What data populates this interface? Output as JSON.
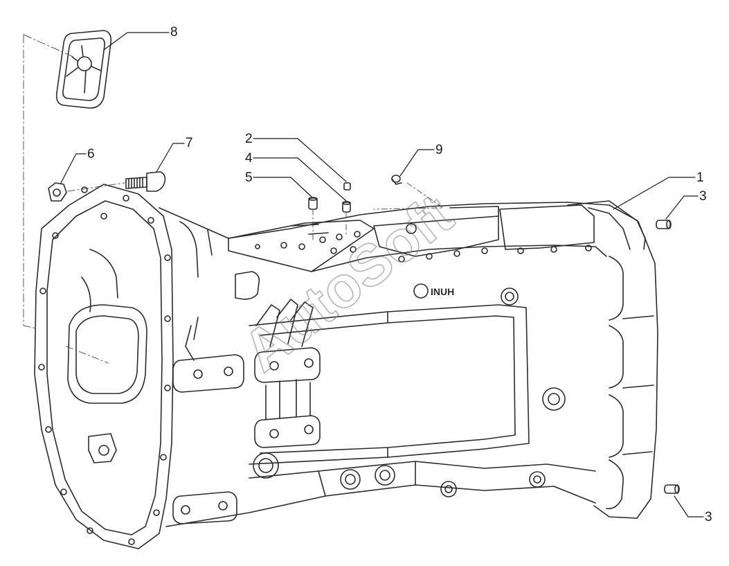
{
  "callouts": [
    "1",
    "2",
    "3",
    "3",
    "4",
    "5",
    "6",
    "7",
    "8",
    "9"
  ],
  "watermark": "AutoSoft",
  "brand_logo_text": "INUH",
  "colors": {
    "line": "#2a2a2a",
    "light_line": "#555555",
    "background": "#ffffff"
  }
}
